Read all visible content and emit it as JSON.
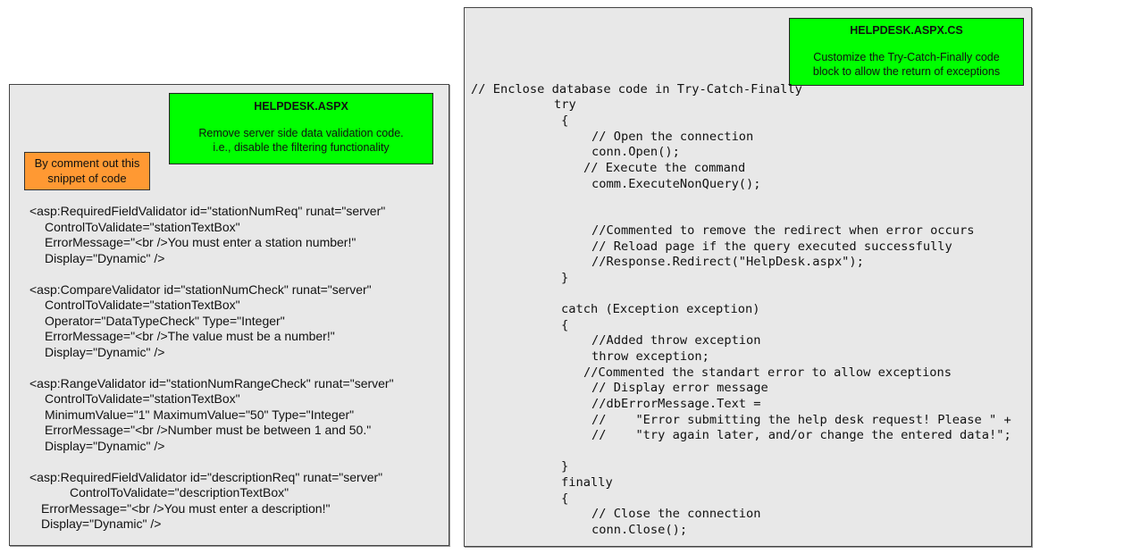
{
  "left_panel": {
    "note": {
      "title": "HELPDESK.ASPX",
      "line1": "Remove server side data validation code.",
      "line2": "i.e., disable the filtering functionality",
      "color": "#00ff00"
    },
    "callout": {
      "line1": "By comment out this",
      "line2": "snippet of code",
      "color": "#ff9933"
    },
    "code_lines": [
      "<asp:RequiredFieldValidator id=\"stationNumReq\" runat=\"server\"",
      "ControlToValidate=\"stationTextBox\"",
      "ErrorMessage=\"<br />You must enter a station number!\"",
      "Display=\"Dynamic\" />",
      "<asp:CompareValidator id=\"stationNumCheck\" runat=\"server\"",
      "ControlToValidate=\"stationTextBox\"",
      "Operator=\"DataTypeCheck\" Type=\"Integer\"",
      "ErrorMessage=\"<br />The value must be a number!\"",
      "Display=\"Dynamic\" />",
      "<asp:RangeValidator id=\"stationNumRangeCheck\" runat=\"server\"",
      "ControlToValidate=\"stationTextBox\"",
      "MinimumValue=\"1\" MaximumValue=\"50\" Type=\"Integer\"",
      "ErrorMessage=\"<br />Number must be between 1 and 50.\"",
      "Display=\"Dynamic\" />",
      "<asp:RequiredFieldValidator id=\"descriptionReq\" runat=\"server\"",
      "ControlToValidate=\"descriptionTextBox\"",
      "ErrorMessage=\"<br />You must enter a description!\"",
      "Display=\"Dynamic\" />"
    ]
  },
  "right_panel": {
    "note": {
      "title": "HELPDESK.ASPX.CS",
      "line1": "Customize the Try-Catch-Finally code",
      "line2": "block to allow the return of exceptions",
      "color": "#00ff00"
    },
    "code_lines": [
      "// Enclose database code in Try-Catch-Finally",
      "try",
      "{",
      "// Open the connection",
      "conn.Open();",
      "// Execute the command",
      "comm.ExecuteNonQuery();",
      "//Commented to remove the redirect when error occurs",
      "// Reload page if the query executed successfully",
      "//Response.Redirect(\"HelpDesk.aspx\");",
      "}",
      "catch (Exception exception)",
      "{",
      "//Added throw exception",
      "throw exception;",
      "//Commented the standart error to allow exceptions",
      "// Display error message",
      "//dbErrorMessage.Text =",
      "//    \"Error submitting the help desk request! Please \" +",
      "//    \"try again later, and/or change the entered data!\";",
      "}",
      "finally",
      "{",
      "// Close the connection",
      "conn.Close();"
    ]
  }
}
